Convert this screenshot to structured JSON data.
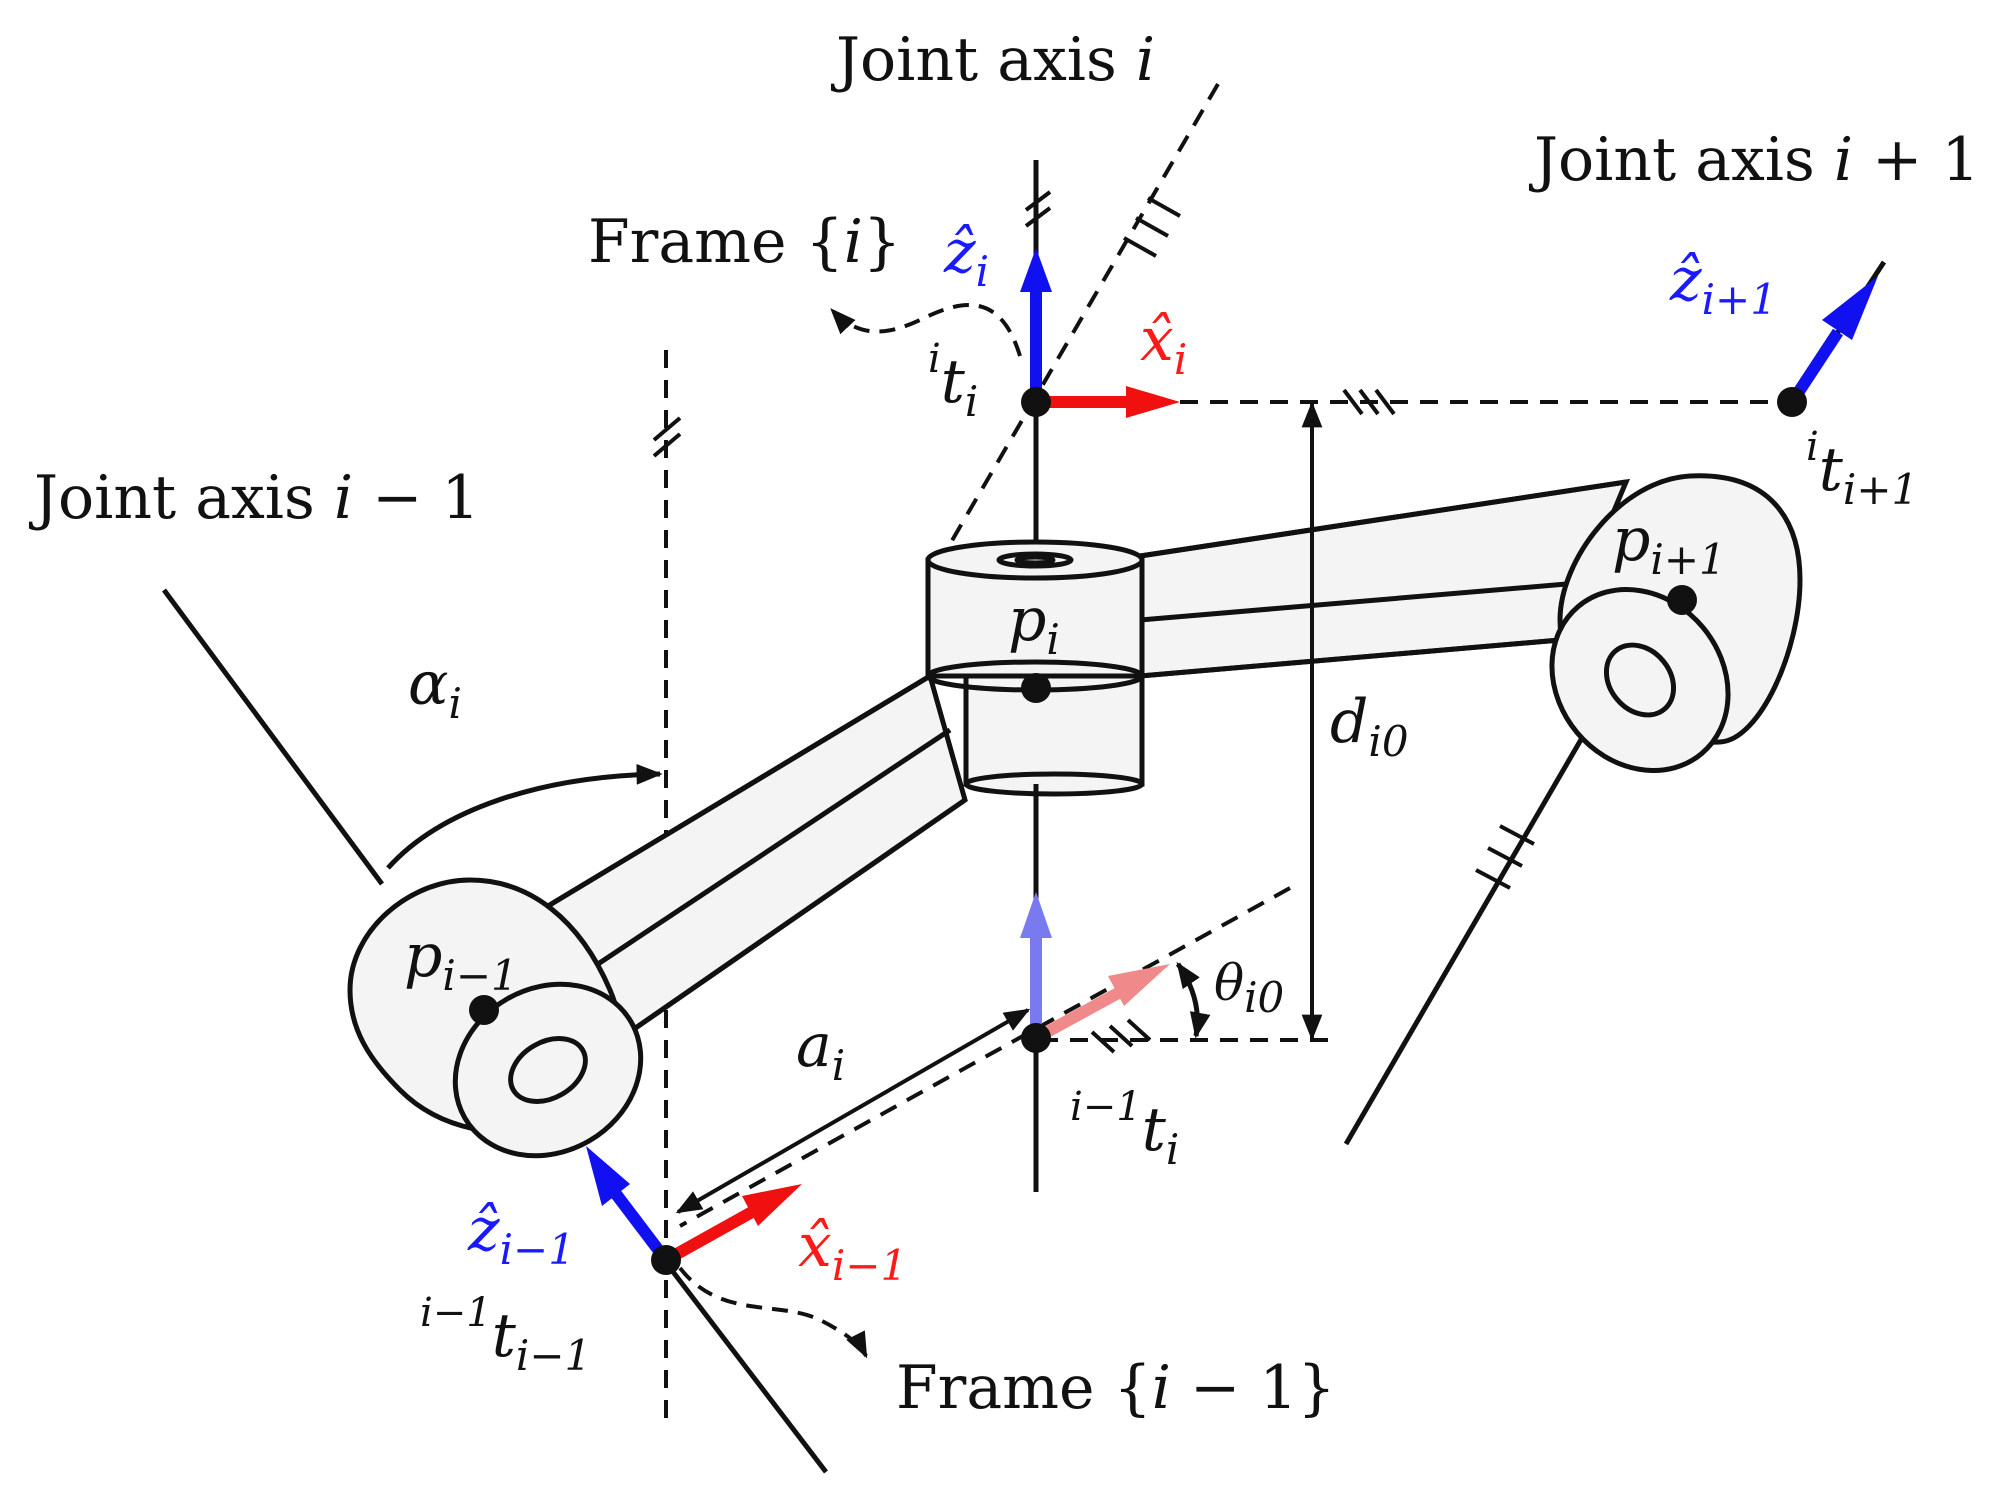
{
  "colors": {
    "z_axis": "#1010f0",
    "x_axis": "#f01010",
    "z_axis_faded": "#7a7af0",
    "x_axis_faded": "#f08a8a",
    "ink": "#111111",
    "link_fill": "#f4f4f4"
  },
  "labels": {
    "joint_axis_i": {
      "text": "Joint axis ",
      "var": "i",
      "suffix": ""
    },
    "joint_axis_i_plus_1": {
      "text": "Joint axis ",
      "var": "i",
      "suffix": " + 1"
    },
    "joint_axis_i_minus_1": {
      "text": "Joint axis ",
      "var": "i",
      "suffix": " − 1"
    },
    "frame_i": {
      "pre": "Frame {",
      "var": "i",
      "post": "}"
    },
    "frame_i_minus_1": {
      "pre": "Frame {",
      "var": "i",
      "post": " − 1}"
    }
  },
  "symbols": {
    "z_i": {
      "base": "ẑ",
      "sub": "i"
    },
    "x_i": {
      "base": "x̂",
      "sub": "i"
    },
    "z_i_plus_1": {
      "base": "ẑ",
      "sub": "i+1"
    },
    "z_i_minus_1": {
      "base": "ẑ",
      "sub": "i−1"
    },
    "x_i_minus_1": {
      "base": "x̂",
      "sub": "i−1"
    },
    "t_i_top": {
      "sup": "i",
      "base": "t",
      "sub": "i"
    },
    "t_i_plus_1": {
      "sup": "i",
      "base": "t",
      "sub": "i+1"
    },
    "t_i_bottom": {
      "sup": "i−1",
      "base": "t",
      "sub": "i"
    },
    "t_i_minus_1": {
      "sup": "i−1",
      "base": "t",
      "sub": "i−1"
    },
    "p_i": {
      "base": "p",
      "sub": "i"
    },
    "p_i_plus_1": {
      "base": "p",
      "sub": "i+1"
    },
    "p_i_minus_1": {
      "base": "p",
      "sub": "i−1"
    },
    "alpha_i": {
      "base": "α",
      "sub": "i"
    },
    "a_i": {
      "base": "a",
      "sub": "i"
    },
    "d_i0": {
      "base": "d",
      "sub": "i0"
    },
    "theta_i0": {
      "base": "θ",
      "sub": "i0"
    }
  }
}
